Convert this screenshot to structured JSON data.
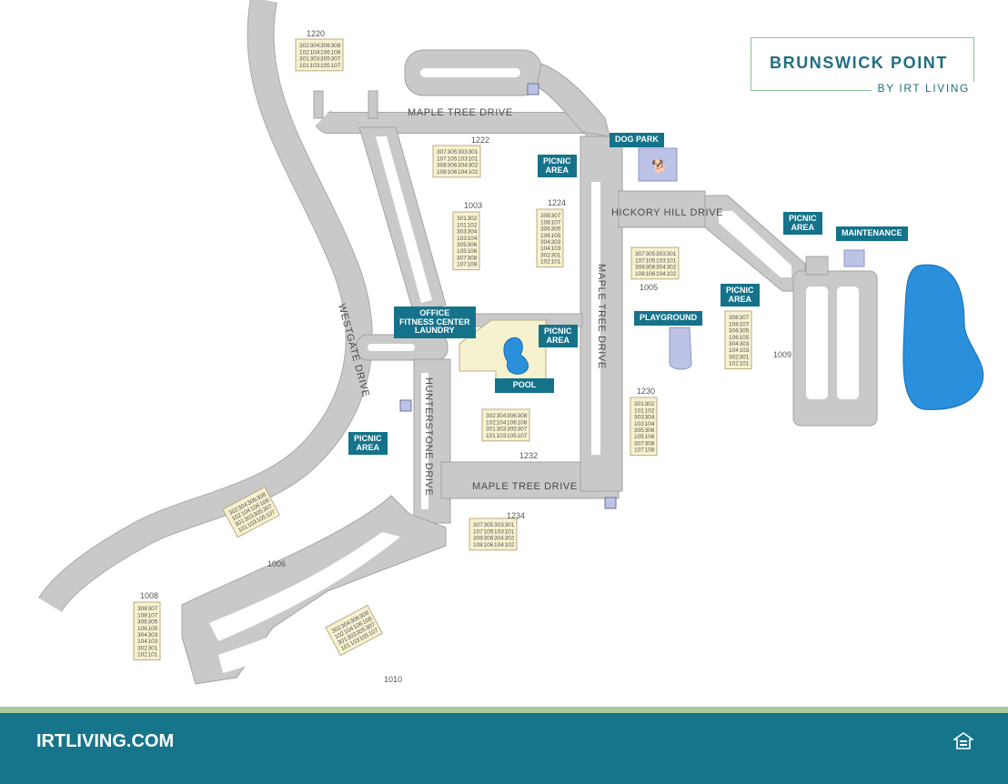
{
  "brand": {
    "title": "BRUNSWICK POINT",
    "subtitle": "BY IRT LIVING"
  },
  "footer": {
    "url": "IRTLIVING.COM",
    "icon": "equal-housing-icon"
  },
  "colors": {
    "road": "#c9c9c9",
    "building": "#f6f1cf",
    "label_bg": "#14738a",
    "lake": "#2a90dc",
    "footer": "#17758b",
    "footer_band": "#a8c99e",
    "brand": "#1f6e84"
  },
  "roads": {
    "maple_top": "MAPLE TREE DRIVE",
    "maple_vertical": "MAPLE TREE DRIVE",
    "maple_bottom": "MAPLE TREE DRIVE",
    "hickory": "HICKORY HILL DRIVE",
    "westgate": "WESTGATE DRIVE",
    "hunterstone": "HUNTERSTONE DRIVE"
  },
  "amenities": {
    "dog_park": "DOG PARK",
    "maintenance": "MAINTENANCE",
    "playground": "PLAYGROUND",
    "pool": "POOL",
    "office": "OFFICE\nFITNESS CENTER\nLAUNDRY",
    "picnic": "PICNIC\nAREA"
  },
  "buildings": [
    {
      "number": "1220",
      "rows": [
        [
          "302",
          "304",
          "306",
          "308"
        ],
        [
          "102",
          "104",
          "106",
          "108"
        ],
        [
          "301",
          "303",
          "305",
          "307"
        ],
        [
          "101",
          "103",
          "105",
          "107"
        ]
      ]
    },
    {
      "number": "1222",
      "rows": [
        [
          "307",
          "305",
          "303",
          "301"
        ],
        [
          "107",
          "105",
          "103",
          "101"
        ],
        [
          "308",
          "306",
          "304",
          "302"
        ],
        [
          "108",
          "106",
          "104",
          "102"
        ]
      ]
    },
    {
      "number": "1003",
      "rows": [
        [
          "301",
          "302"
        ],
        [
          "101",
          "102"
        ],
        [
          "303",
          "304"
        ],
        [
          "103",
          "104"
        ],
        [
          "305",
          "306"
        ],
        [
          "105",
          "106"
        ],
        [
          "307",
          "308"
        ],
        [
          "107",
          "108"
        ]
      ]
    },
    {
      "number": "1224",
      "rows": [
        [
          "308",
          "307"
        ],
        [
          "108",
          "107"
        ],
        [
          "306",
          "305"
        ],
        [
          "106",
          "105"
        ],
        [
          "304",
          "303"
        ],
        [
          "104",
          "103"
        ],
        [
          "302",
          "301"
        ],
        [
          "102",
          "101"
        ]
      ]
    },
    {
      "number": "1005",
      "rows": [
        [
          "307",
          "305",
          "303",
          "301"
        ],
        [
          "107",
          "105",
          "103",
          "101"
        ],
        [
          "308",
          "306",
          "304",
          "302"
        ],
        [
          "108",
          "106",
          "104",
          "102"
        ]
      ]
    },
    {
      "number": "1009",
      "rows": [
        [
          "308",
          "307"
        ],
        [
          "108",
          "107"
        ],
        [
          "306",
          "305"
        ],
        [
          "106",
          "105"
        ],
        [
          "304",
          "303"
        ],
        [
          "104",
          "103"
        ],
        [
          "302",
          "301"
        ],
        [
          "102",
          "101"
        ]
      ]
    },
    {
      "number": "1230",
      "rows": [
        [
          "301",
          "302"
        ],
        [
          "101",
          "102"
        ],
        [
          "303",
          "304"
        ],
        [
          "103",
          "104"
        ],
        [
          "305",
          "306"
        ],
        [
          "105",
          "106"
        ],
        [
          "307",
          "308"
        ],
        [
          "107",
          "108"
        ]
      ]
    },
    {
      "number": "1232",
      "rows": [
        [
          "302",
          "304",
          "306",
          "308"
        ],
        [
          "102",
          "104",
          "106",
          "108"
        ],
        [
          "301",
          "303",
          "305",
          "307"
        ],
        [
          "101",
          "103",
          "105",
          "107"
        ]
      ]
    },
    {
      "number": "1234",
      "rows": [
        [
          "307",
          "305",
          "303",
          "301"
        ],
        [
          "107",
          "105",
          "103",
          "101"
        ],
        [
          "308",
          "306",
          "304",
          "302"
        ],
        [
          "108",
          "106",
          "104",
          "102"
        ]
      ]
    },
    {
      "number": "1006",
      "rows": [
        [
          "302",
          "304",
          "306",
          "308"
        ],
        [
          "102",
          "104",
          "106",
          "108"
        ],
        [
          "301",
          "303",
          "305",
          "307"
        ],
        [
          "101",
          "103",
          "105",
          "107"
        ]
      ]
    },
    {
      "number": "1008",
      "rows": [
        [
          "308",
          "307"
        ],
        [
          "108",
          "107"
        ],
        [
          "306",
          "305"
        ],
        [
          "106",
          "105"
        ],
        [
          "304",
          "303"
        ],
        [
          "104",
          "103"
        ],
        [
          "302",
          "301"
        ],
        [
          "102",
          "101"
        ]
      ]
    },
    {
      "number": "1010",
      "rows": [
        [
          "302",
          "304",
          "306",
          "308"
        ],
        [
          "102",
          "104",
          "106",
          "108"
        ],
        [
          "301",
          "303",
          "305",
          "307"
        ],
        [
          "101",
          "103",
          "105",
          "107"
        ]
      ]
    }
  ]
}
